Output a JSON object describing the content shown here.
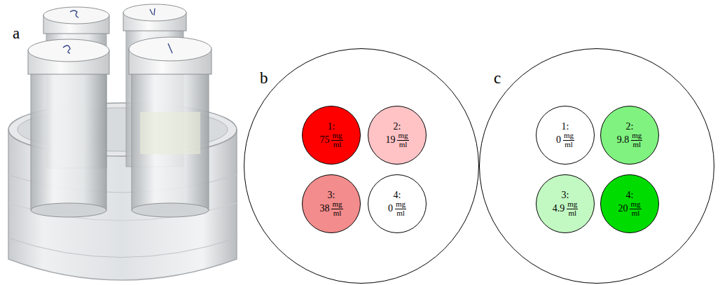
{
  "diagram": {
    "nodes": [
      {
        "text": [
          "b"
        ]
      },
      {
        "text": [
          "1:",
          "75",
          "mg",
          "ml"
        ],
        "in": 0
      },
      {
        "text": [
          "2:",
          "19",
          "mg",
          "ml"
        ],
        "in": 0
      },
      {
        "text": [
          "3:",
          "38",
          "mg",
          "ml"
        ],
        "in": 0
      },
      {
        "text": [
          "4:",
          "0",
          "mg",
          "ml"
        ],
        "in": 0
      },
      {
        "text": [
          "c"
        ]
      },
      {
        "text": [
          "1:",
          "0",
          "mg",
          "ml"
        ],
        "in": 5
      },
      {
        "text": [
          "2:",
          "9.8",
          "mg",
          "ml"
        ],
        "in": 5
      },
      {
        "text": [
          "3:",
          "4.9",
          "mg",
          "ml"
        ],
        "in": 5
      },
      {
        "text": [
          "4:",
          "20",
          "mg",
          "ml"
        ],
        "in": 5
      }
    ],
    "labels": [
      "a"
    ]
  }
}
